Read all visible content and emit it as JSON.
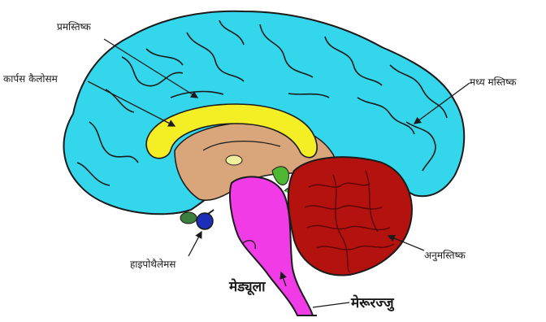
{
  "labels": {
    "cerebrum": "प्रमस्तिष्क",
    "corpus_callosum": "कार्पस कैलोसम",
    "midbrain": "मध्य मस्तिष्क",
    "cerebellum": "अनुमस्तिष्क",
    "hypothalamus": "हाइपोथैलेमस",
    "medulla": "मेड्यूला",
    "spinal_cord": "मेरूरज्जु"
  },
  "colors": {
    "cerebrum": "#33d6ea",
    "corpus_callosum": "#f4ee24",
    "thalamus": "#d9a57a",
    "cerebellum": "#b3120f",
    "brainstem": "#f03be6",
    "pituitary": "#1d2fb8",
    "green": "#4fb832",
    "outline": "#1b1b1b"
  }
}
